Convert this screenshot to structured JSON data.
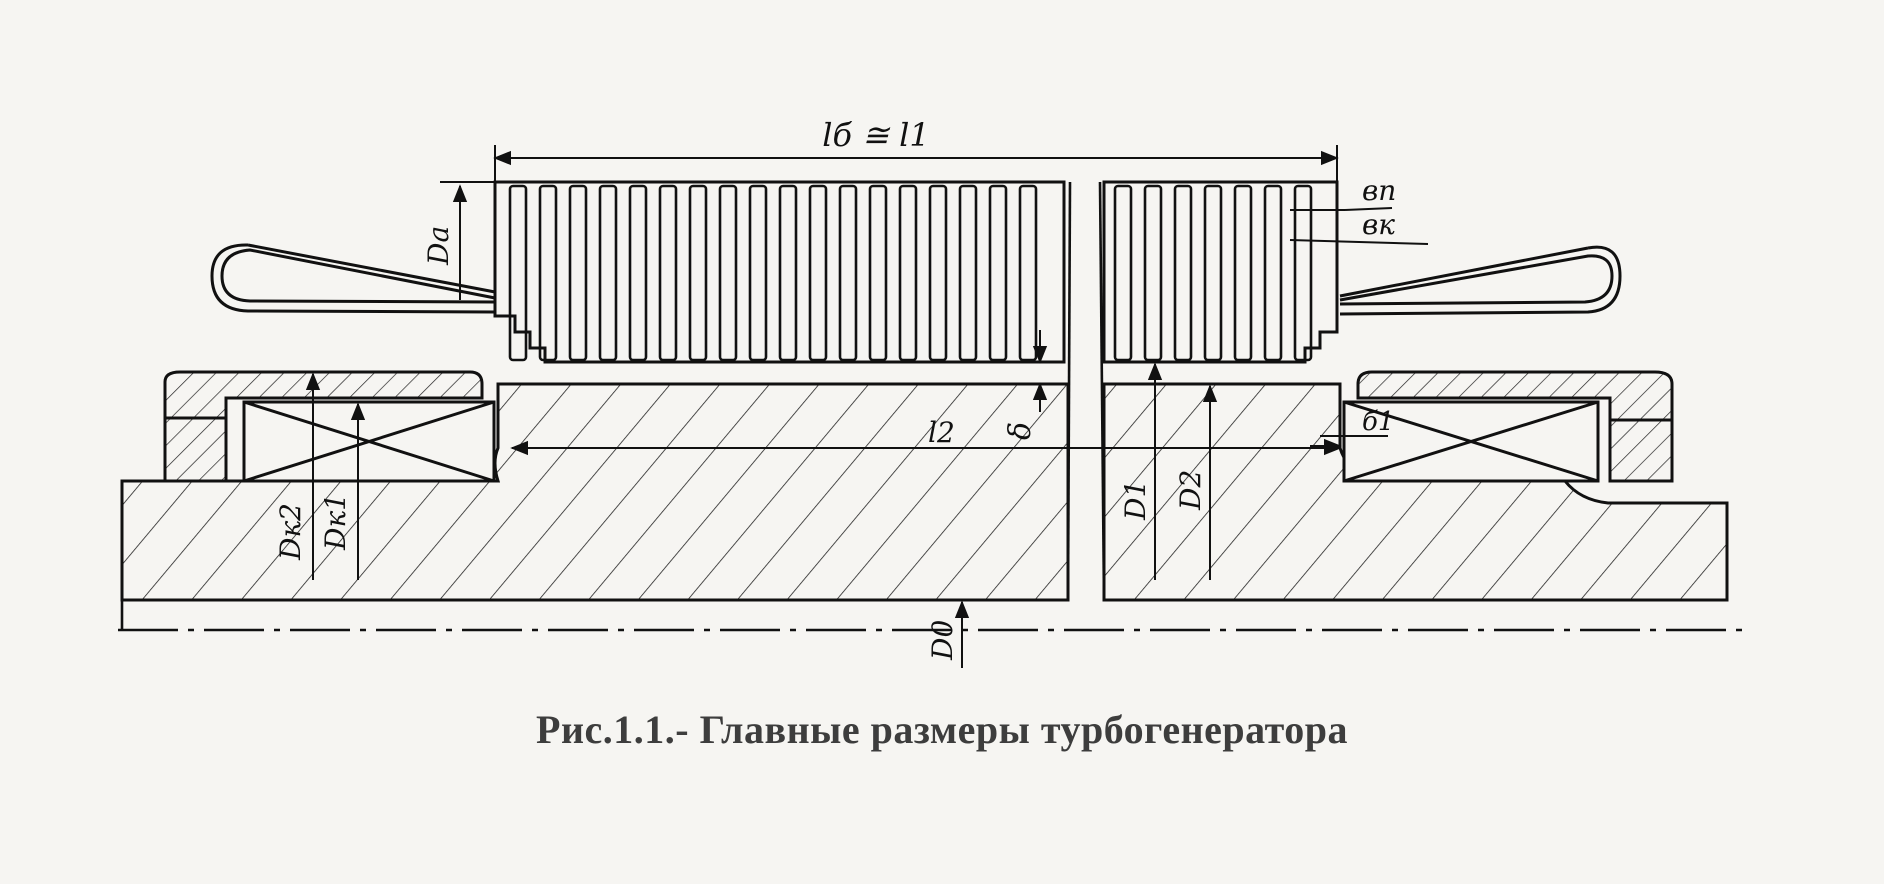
{
  "labels": {
    "l_delta": "lб ≅ l1",
    "b_p": "вп",
    "b_k": "вк",
    "D_a": "Da",
    "l_2": "l2",
    "delta": "δ",
    "delta_1": "б1",
    "D_k2": "Dк2",
    "D_k1": "Dк1",
    "D_1": "D1",
    "D_2": "D2",
    "D_0": "D0"
  },
  "caption": "Рис.1.1.- Главные  размеры  турбогенератора",
  "colors": {
    "ink": "#111111",
    "caption": "#3d3d3d",
    "paper": "#f6f5f2"
  }
}
